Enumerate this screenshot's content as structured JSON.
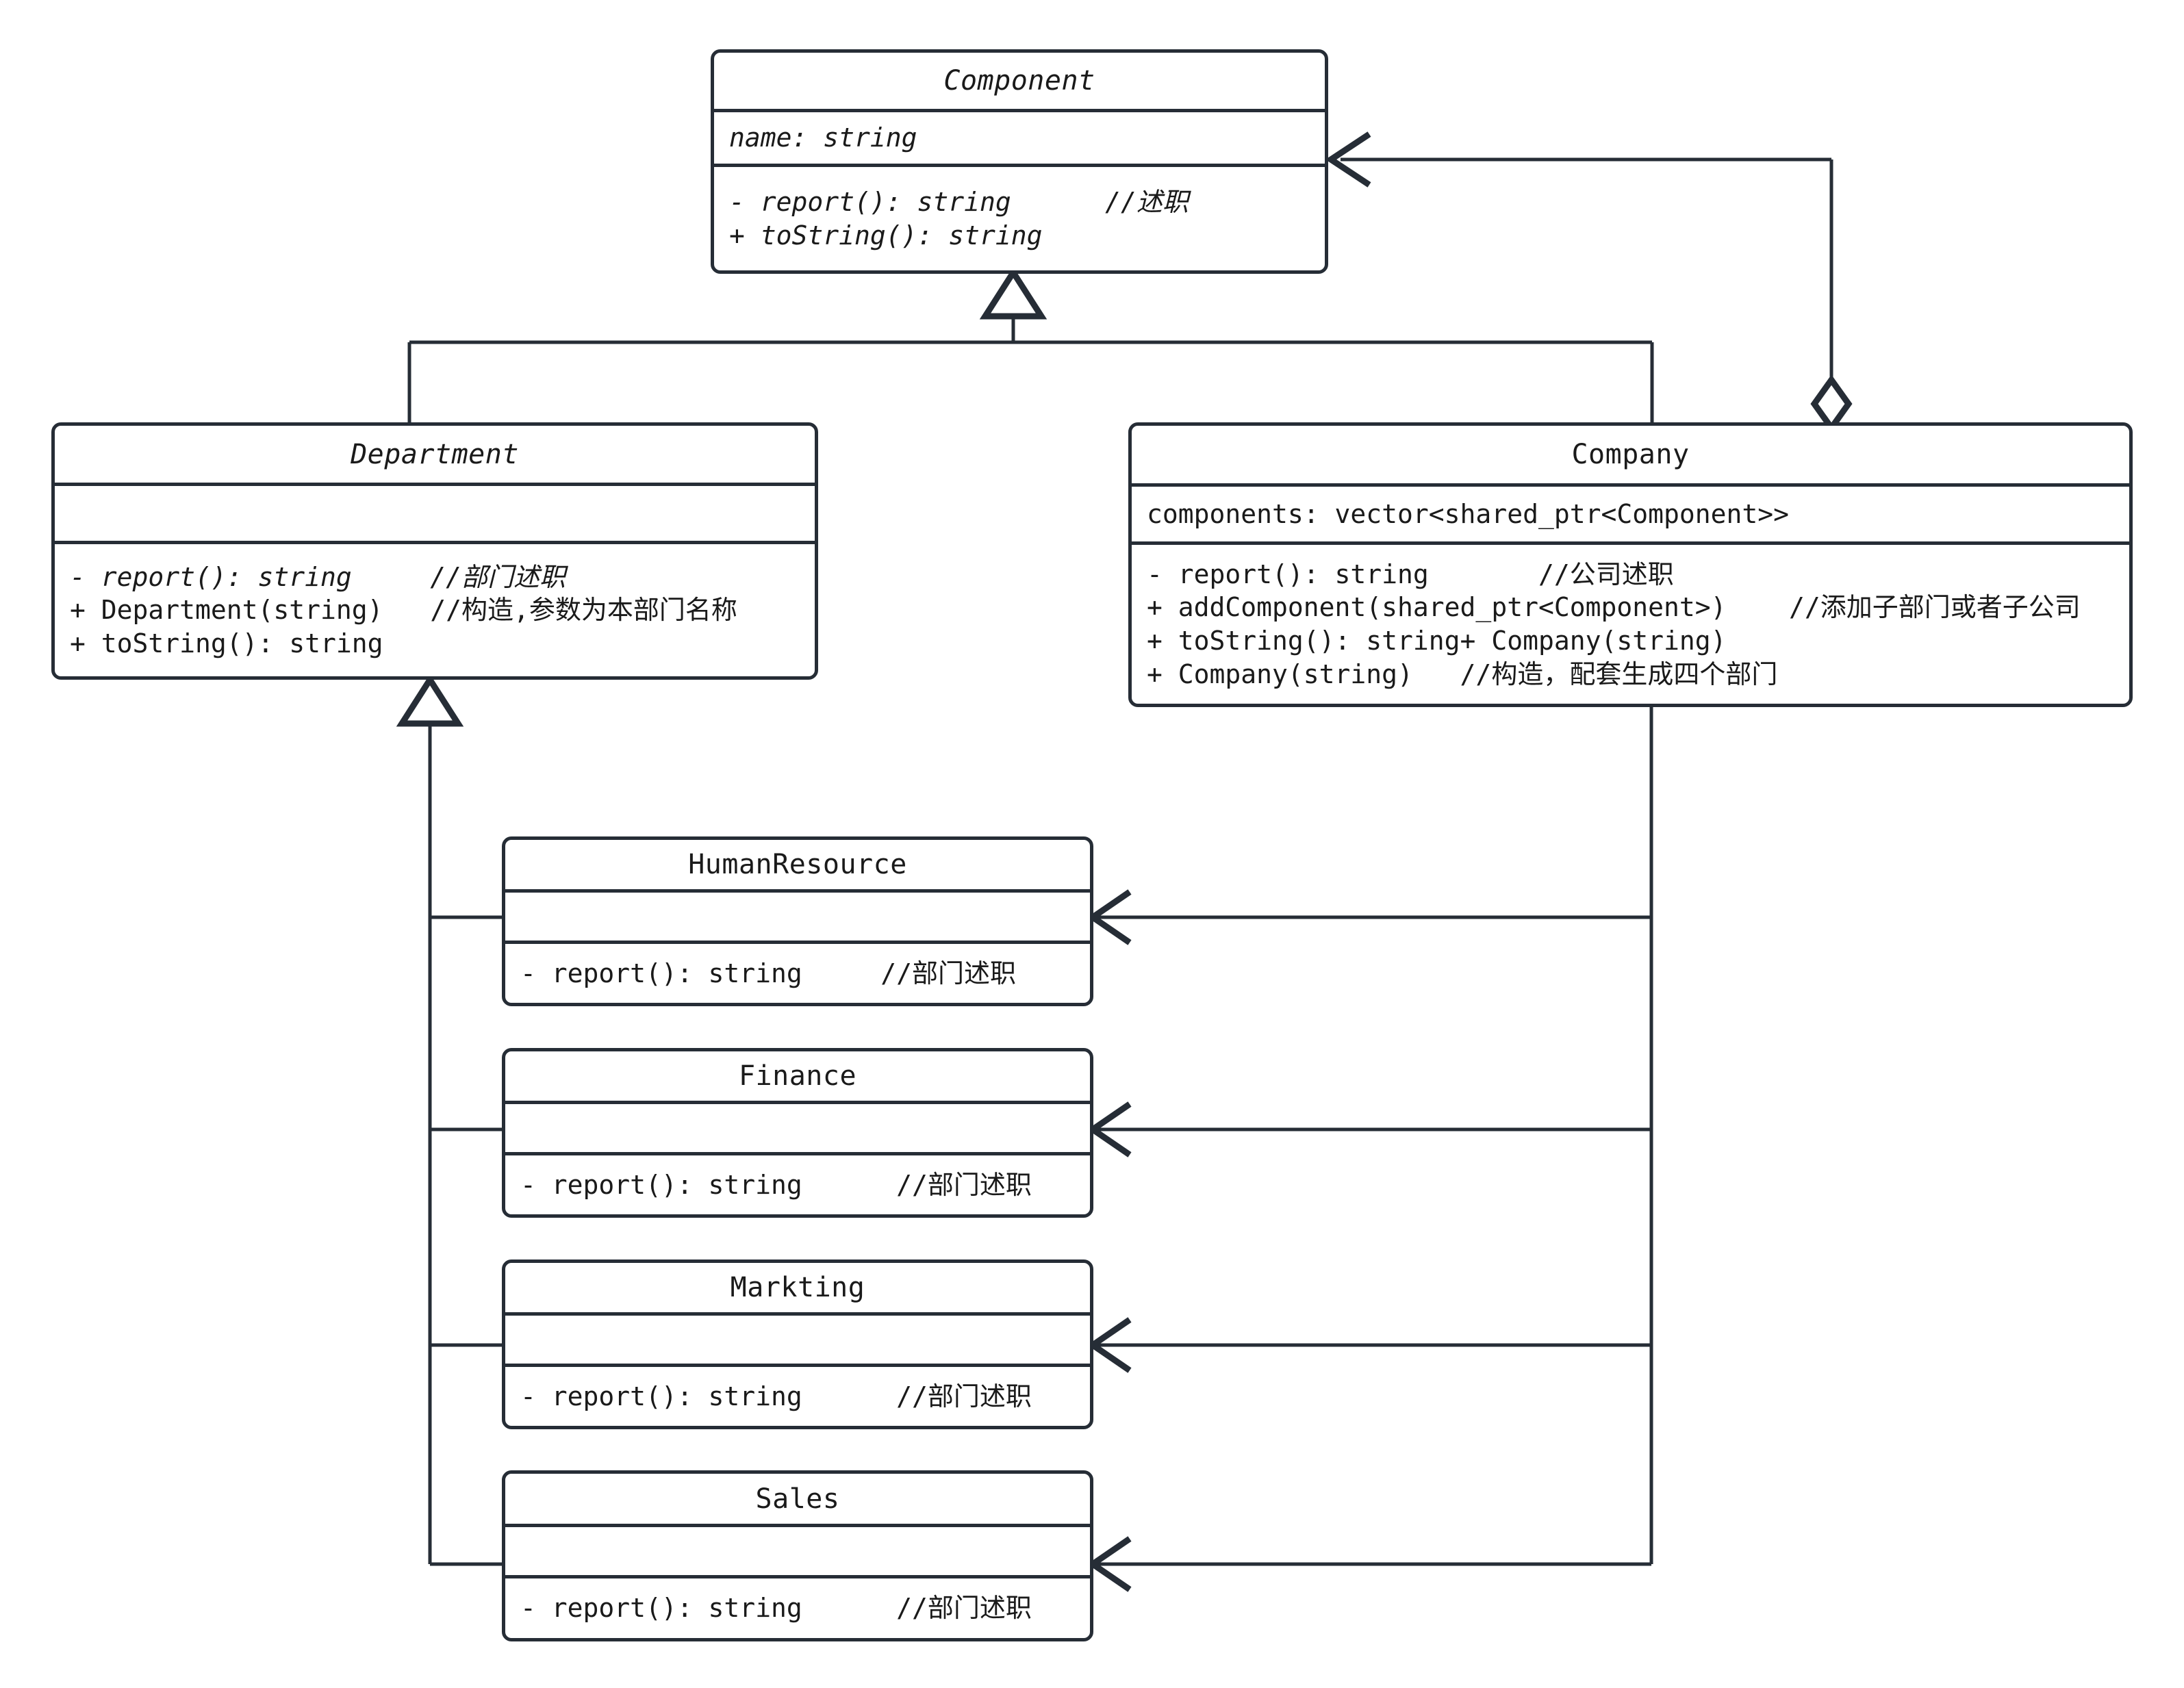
{
  "diagram": {
    "title": "Composite pattern class diagram",
    "stroke_color": "#262d36",
    "text_color": "#1a1a1a",
    "background": "#ffffff"
  },
  "classes": {
    "component": {
      "name": "Component",
      "abstract": true,
      "attributes": [
        {
          "text": "name: string",
          "abstract": true
        }
      ],
      "operations": [
        {
          "text": "- report(): string      //述职",
          "abstract": true
        },
        {
          "text": "+ toString(): string",
          "abstract": true
        }
      ]
    },
    "department": {
      "name": "Department",
      "abstract": true,
      "attributes": [],
      "operations": [
        {
          "text": "- report(): string     //部门述职",
          "abstract": true
        },
        {
          "text": "+ Department(string)   //构造,参数为本部门名称",
          "abstract": false
        },
        {
          "text": "+ toString(): string",
          "abstract": false
        }
      ]
    },
    "company": {
      "name": "Company",
      "abstract": false,
      "attributes": [
        {
          "text": "components: vector<shared_ptr<Component>>",
          "abstract": false
        }
      ],
      "operations": [
        {
          "text": "- report(): string       //公司述职",
          "abstract": false
        },
        {
          "text": "+ addComponent(shared_ptr<Component>)    //添加子部门或者子公司",
          "abstract": false
        },
        {
          "text": "+ toString(): string+ Company(string)",
          "abstract": false
        },
        {
          "text": "+ Company(string)   //构造，配套生成四个部门",
          "abstract": false
        }
      ]
    },
    "humanresource": {
      "name": "HumanResource",
      "abstract": false,
      "attributes": [],
      "operations": [
        {
          "text": "- report(): string     //部门述职",
          "abstract": false
        }
      ]
    },
    "finance": {
      "name": "Finance",
      "abstract": false,
      "attributes": [],
      "operations": [
        {
          "text": "- report(): string      //部门述职",
          "abstract": false
        }
      ]
    },
    "markting": {
      "name": "Markting",
      "abstract": false,
      "attributes": [],
      "operations": [
        {
          "text": "- report(): string      //部门述职",
          "abstract": false
        }
      ]
    },
    "sales": {
      "name": "Sales",
      "abstract": false,
      "attributes": [],
      "operations": [
        {
          "text": "- report(): string      //部门述职",
          "abstract": false
        }
      ]
    }
  },
  "relations": [
    {
      "kind": "generalization",
      "from": "Department",
      "to": "Component"
    },
    {
      "kind": "generalization",
      "from": "Company",
      "to": "Component"
    },
    {
      "kind": "aggregation",
      "from": "Company",
      "to": "Component"
    },
    {
      "kind": "generalization",
      "from": "HumanResource",
      "to": "Department"
    },
    {
      "kind": "generalization",
      "from": "Finance",
      "to": "Department"
    },
    {
      "kind": "generalization",
      "from": "Markting",
      "to": "Department"
    },
    {
      "kind": "generalization",
      "from": "Sales",
      "to": "Department"
    }
  ]
}
